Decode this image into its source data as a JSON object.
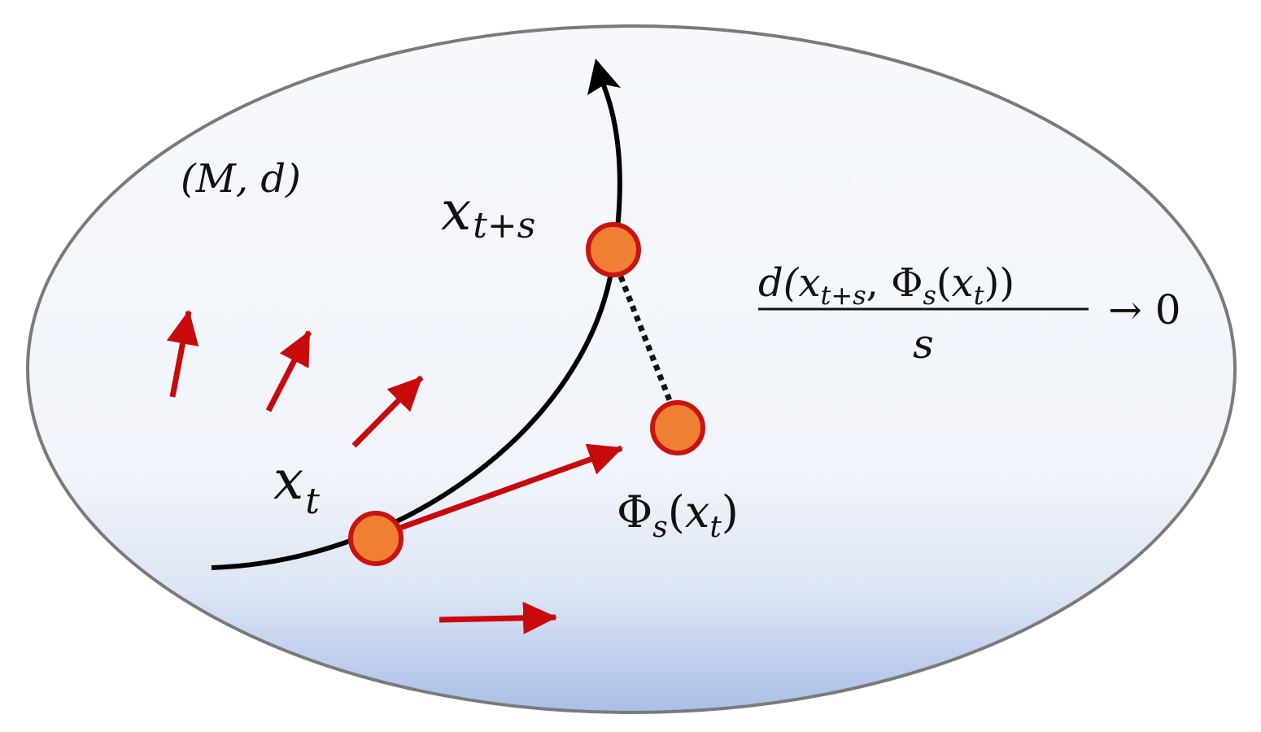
{
  "diagram": {
    "space_label": "(M, d)",
    "labels": {
      "x_t": {
        "base": "x",
        "sub": "t"
      },
      "x_t_plus_s": {
        "base": "x",
        "sub": "t+s"
      },
      "phi": {
        "base": "Φ",
        "sub": "s",
        "arg_open": "(",
        "arg_base": "x",
        "arg_sub": "t",
        "arg_close": ")"
      }
    },
    "formula": {
      "numerator": {
        "d_open": "d(",
        "x": "x",
        "x_sub": "t+s",
        "comma": ", ",
        "phi": "Φ",
        "phi_sub": "s",
        "paren_open": "(",
        "x2": "x",
        "x2_sub": "t",
        "close": "))"
      },
      "denominator": "s",
      "tends_to": "→ 0"
    },
    "colors": {
      "vector_field": "#c80a0a",
      "points_fill": "#ee7f33",
      "points_stroke": "#c81410",
      "curve": "#000000",
      "ellipse_stroke": "#7a7a7a",
      "ellipse_top": "#f6f8fc",
      "ellipse_bottom": "#a9bfe6"
    }
  }
}
